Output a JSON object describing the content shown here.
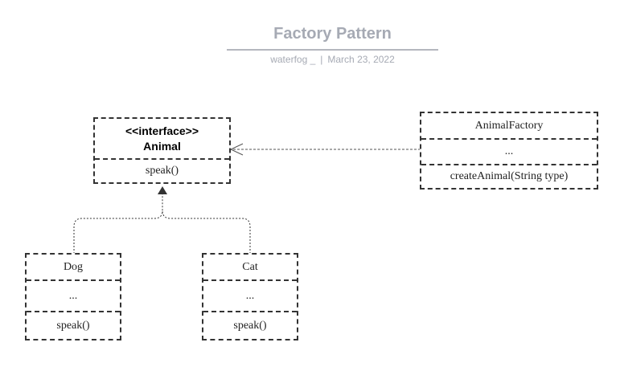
{
  "header": {
    "title": "Factory Pattern",
    "author": "waterfog _",
    "separator": "|",
    "date": "March 23, 2022"
  },
  "diagram": {
    "animal": {
      "stereotype": "<<interface>>",
      "name": "Animal",
      "methods": "speak()"
    },
    "factory": {
      "name": "AnimalFactory",
      "attributes": "...",
      "methods": "createAnimal(String type)"
    },
    "dog": {
      "name": "Dog",
      "attributes": "...",
      "methods": "speak()"
    },
    "cat": {
      "name": "Cat",
      "attributes": "...",
      "methods": "speak()"
    }
  },
  "colors": {
    "title": "#a6aab4",
    "line": "#333333"
  }
}
